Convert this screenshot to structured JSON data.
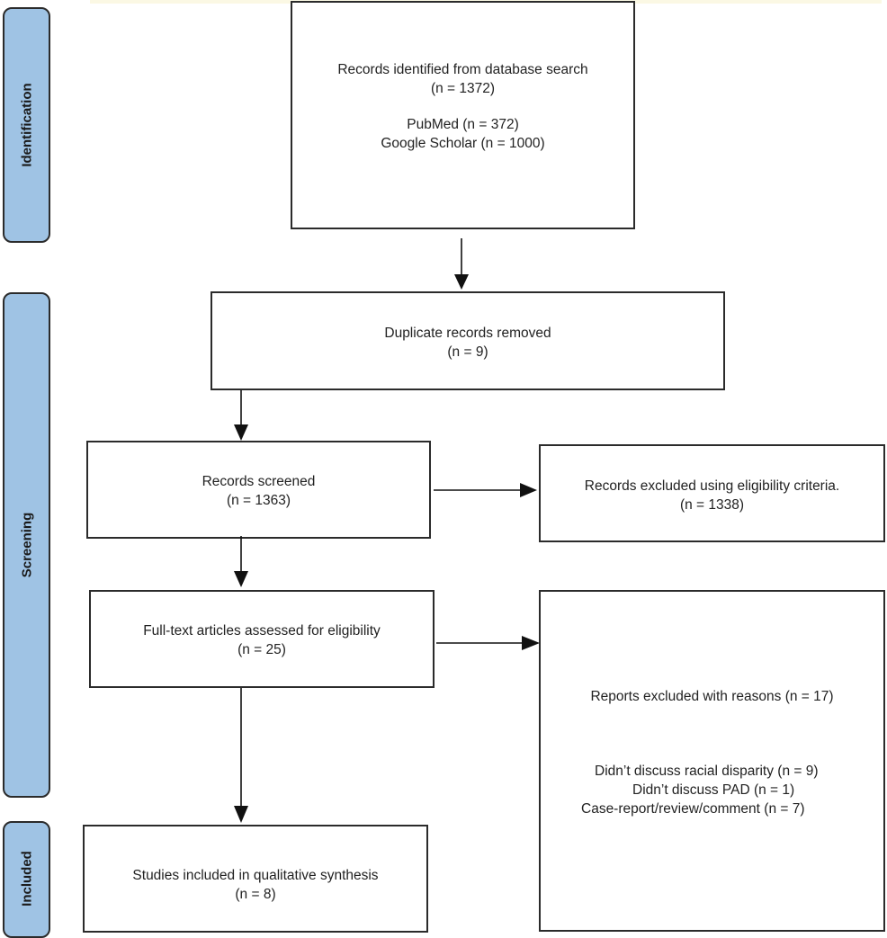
{
  "colors": {
    "stage_fill": "#9fc3e4",
    "stage_border": "#2b2b2b",
    "box_border": "#2b2b2b",
    "arrow": "#111111"
  },
  "stages": {
    "identification": "Identification",
    "screening": "Screening",
    "included": "Included"
  },
  "boxes": {
    "identified": {
      "title": "Records identified from database search",
      "count": "(n = 1372)",
      "source_1": "PubMed (n = 372)",
      "source_2": "Google Scholar (n = 1000)"
    },
    "duplicates": {
      "title": "Duplicate records removed",
      "count": "(n = 9)"
    },
    "screened": {
      "title": "Records screened",
      "count": "(n = 1363)"
    },
    "excluded_criteria": {
      "title": "Records excluded using eligibility criteria.",
      "count": "(n = 1338)"
    },
    "fulltext": {
      "title": "Full-text articles assessed for eligibility",
      "count": "(n = 25)"
    },
    "excluded_reasons": {
      "title": "Reports excluded with reasons (n = 17)",
      "reason_1": "Didn’t discuss racial disparity (n = 9)",
      "reason_2": "Didn’t discuss PAD (n = 1)",
      "reason_3": "Case-report/review/comment (n = 7)"
    },
    "included": {
      "title": "Studies included in qualitative synthesis",
      "count": "(n = 8)"
    }
  }
}
